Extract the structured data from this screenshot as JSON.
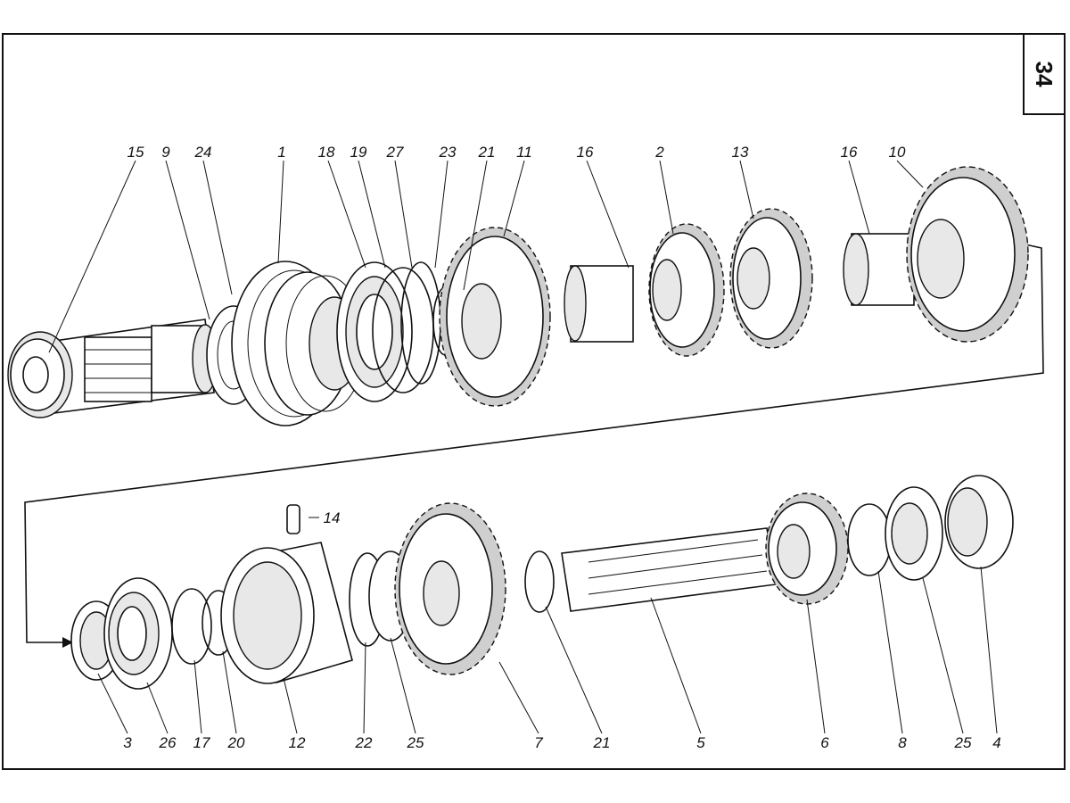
{
  "page_number": "34",
  "top_labels": [
    "15",
    "9",
    "24",
    "1",
    "18",
    "19",
    "27",
    "23",
    "21",
    "11",
    "16",
    "2",
    "13",
    "16",
    "10"
  ],
  "bottom_labels": [
    "3",
    "26",
    "17",
    "20",
    "12",
    "22",
    "25",
    "7",
    "21",
    "5",
    "6",
    "8",
    "25",
    "4"
  ],
  "pin_label": "14"
}
